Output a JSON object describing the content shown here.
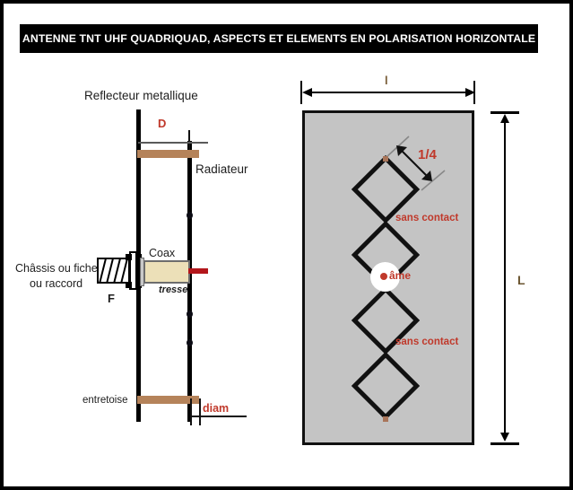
{
  "document": {
    "title": "ANTENNE TNT UHF QUADRIQUAD, ASPECTS ET ELEMENTS EN POLARISATION HORIZONTALE",
    "background_color": "#ffffff",
    "border_color": "#000000"
  },
  "colors": {
    "banner_background": "#000000",
    "banner_text": "#ffffff",
    "annotation_red": "#c0392b",
    "ground_plane_gray": "#c4c4c4",
    "spacer_brown": "#b5835a",
    "coax_dielectric": "#ece0b8",
    "coax_core_red": "#b3161b",
    "element_black": "#111111"
  },
  "left_view": {
    "name": "side-elevation",
    "labels": {
      "reflector": "Reflecteur metallique",
      "radiator": "Radiateur",
      "spacing_D": "D",
      "chassis": "Châssis ou fiche\nou raccord",
      "chassis_line_1": "Châssis ou fiche",
      "chassis_line_2": "ou raccord",
      "connector_F": "F",
      "coax": "Coax",
      "braid": "tresse",
      "spacer": "entretoise",
      "diameter": "diam"
    }
  },
  "right_view": {
    "name": "front-elevation",
    "labels": {
      "width_l": "l",
      "height_L": "L",
      "quarter_wave": "1/4",
      "no_contact_upper": "sans contact",
      "no_contact_lower": "sans contact",
      "feed_core": "âme"
    },
    "quad_count": 4
  }
}
